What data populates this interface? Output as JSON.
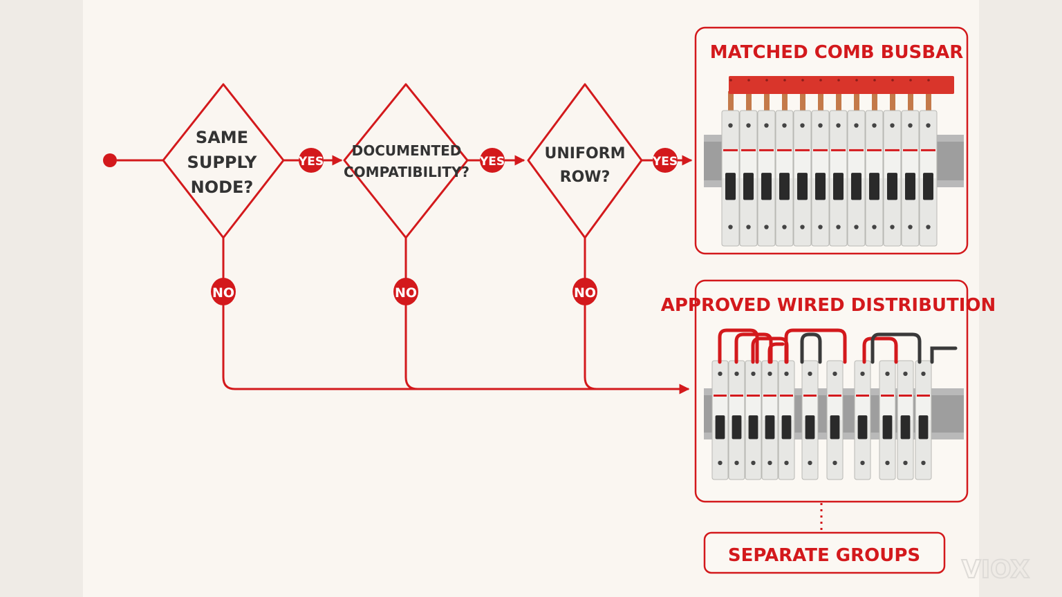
{
  "colors": {
    "accent": "#d3191c",
    "text": "#333333",
    "panel": "#fbf8f3",
    "page": "#f1ece6",
    "breaker": "#e7e7e4",
    "handle": "#2a2a2a",
    "busbar": "#d9352b",
    "copper": "#c47a4a",
    "rail": "#b9b9b9",
    "wire_dark": "#3a3a3a"
  },
  "decisions": [
    {
      "lines": [
        "SAME",
        "SUPPLY",
        "NODE?"
      ]
    },
    {
      "lines": [
        "DOCUMENTED",
        "COMPATIBILITY?"
      ]
    },
    {
      "lines": [
        "UNIFORM",
        "ROW?"
      ]
    }
  ],
  "yes_label": "YES",
  "no_label": "NO",
  "outcomes": {
    "matched": {
      "title": "MATCHED COMB BUSBAR"
    },
    "wired": {
      "title": "APPROVED WIRED DISTRIBUTION"
    },
    "separate": {
      "title": "SEPARATE GROUPS"
    }
  },
  "watermark": "VIOX"
}
